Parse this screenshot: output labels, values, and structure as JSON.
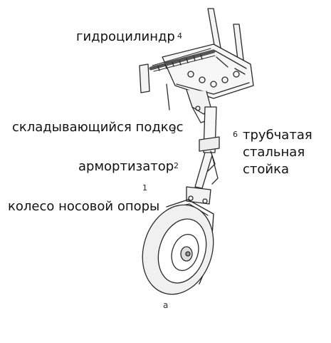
{
  "labels": {
    "hydraulic_cylinder": "гидроцилиндр",
    "folding_strut": "складывающийся подкос",
    "shock_absorber": "армортизатор",
    "nose_wheel": "колесо носовой опоры",
    "tubular_strut_line1": "трубчатая",
    "tubular_strut_line2": "стальная",
    "tubular_strut_line3": "стойка"
  },
  "numbers": {
    "n1": "1",
    "n2": "2",
    "n3": "3",
    "n4": "4",
    "n6": "6"
  },
  "caption": "а"
}
